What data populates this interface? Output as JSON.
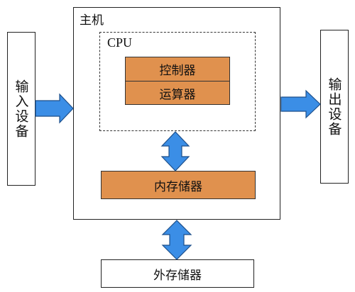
{
  "colors": {
    "component_fill": "#e0914e",
    "arrow_fill": "#3b8ee6",
    "border": "#222222"
  },
  "input_device": "输入设备",
  "output_device": "输出设备",
  "host": {
    "label": "主机",
    "cpu": {
      "label": "CPU",
      "controller": "控制器",
      "alu": "运算器"
    },
    "internal_memory": "内存储器"
  },
  "external_memory": "外存储器"
}
